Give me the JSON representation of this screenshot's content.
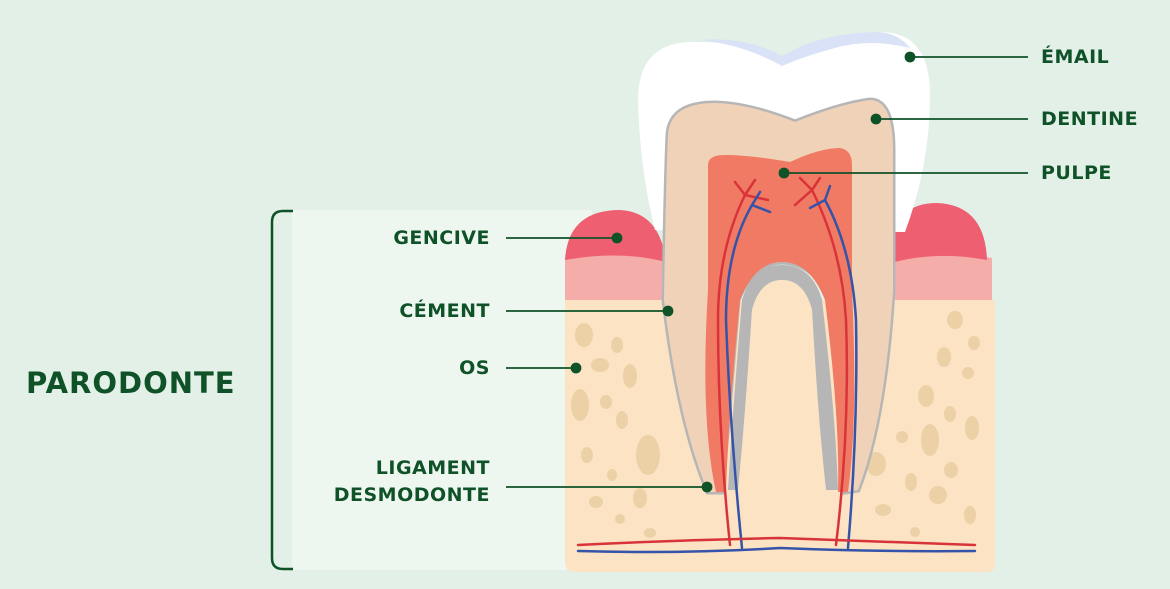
{
  "labels": {
    "email": "ÉMAIL",
    "dentine": "DENTINE",
    "pulpe": "PULPE",
    "gencive": "GENCIVE",
    "cement": "CÉMENT",
    "os": "OS",
    "ligament_line1": "LIGAMENT",
    "ligament_line2": "DESMODONTE"
  },
  "group_title": "PARODONTE",
  "colors": {
    "background": "#e2f0e7",
    "label_text": "#0f5228",
    "enamel": "#ffffff",
    "dentine": "#f0d2b8",
    "pulp": "#f07a64",
    "bone": "#fbe3c4",
    "gum": "#ee5f72",
    "artery": "#d9333a",
    "vein": "#3553a8"
  }
}
